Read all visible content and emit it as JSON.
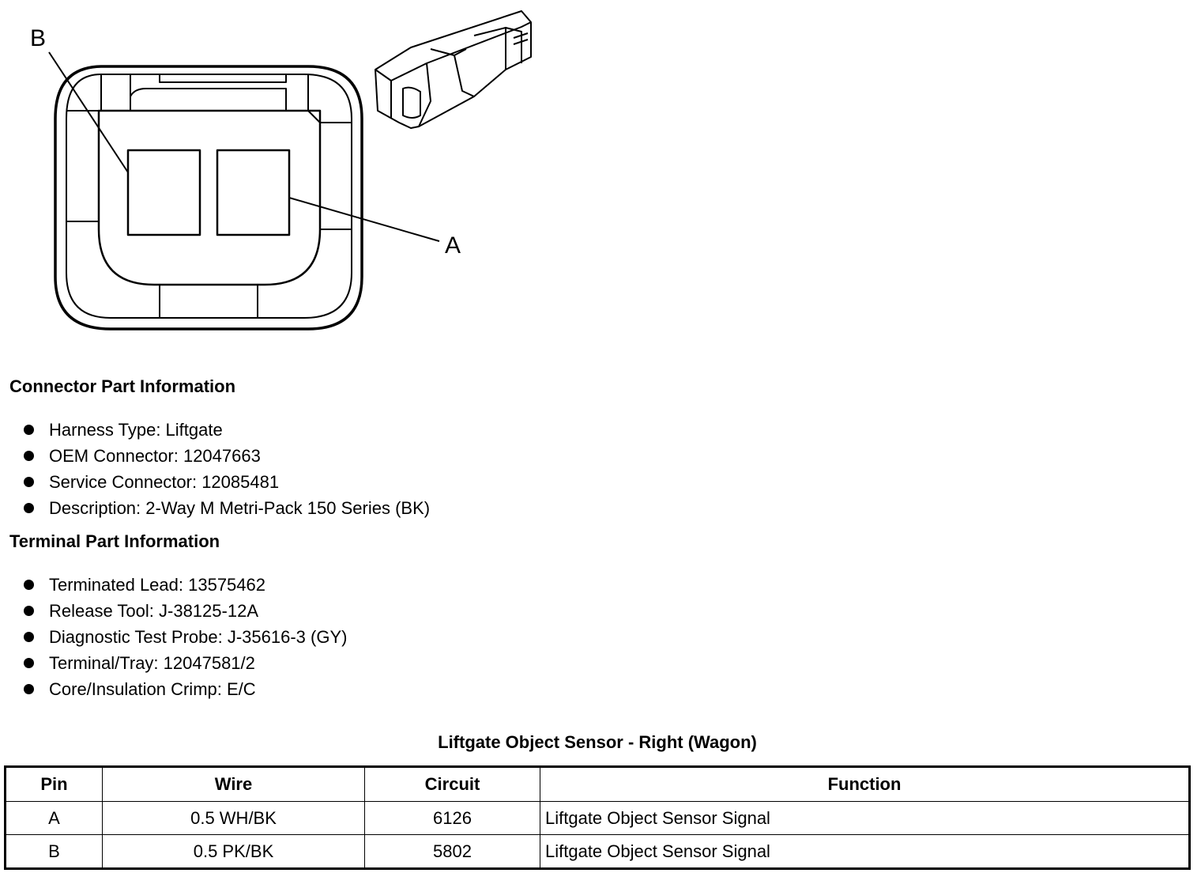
{
  "diagram": {
    "callouts": [
      "B",
      "A"
    ]
  },
  "connector_section": {
    "heading": "Connector Part Information",
    "items": [
      "Harness Type: Liftgate",
      "OEM Connector: 12047663",
      "Service Connector: 12085481",
      "Description: 2-Way M Metri-Pack 150 Series (BK)"
    ]
  },
  "terminal_section": {
    "heading": "Terminal Part Information",
    "items": [
      "Terminated Lead: 13575462",
      "Release Tool: J-38125-12A",
      "Diagnostic Test Probe: J-35616-3 (GY)",
      "Terminal/Tray: 12047581/2",
      "Core/Insulation Crimp: E/C"
    ]
  },
  "pin_table": {
    "title": "Liftgate Object Sensor - Right (Wagon)",
    "headers": [
      "Pin",
      "Wire",
      "Circuit",
      "Function"
    ],
    "rows": [
      [
        "A",
        "0.5 WH/BK",
        "6126",
        "Liftgate Object Sensor Signal"
      ],
      [
        "B",
        "0.5 PK/BK",
        "5802",
        "Liftgate Object Sensor Signal"
      ]
    ]
  }
}
